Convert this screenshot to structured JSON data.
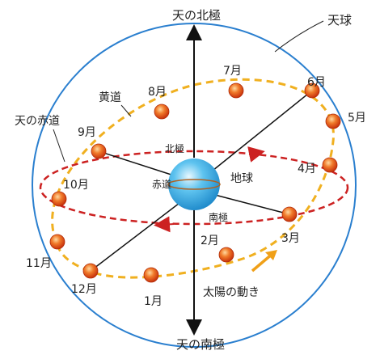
{
  "labels": {
    "north_pole": "天の北極",
    "south_pole": "天の南極",
    "celestial_sphere": "天球",
    "ecliptic": "黄道",
    "celestial_equator": "天の赤道",
    "equator": "赤道",
    "earth": "地球",
    "earth_north": "北極",
    "earth_south": "南極",
    "sun_motion": "太陽の動き"
  },
  "months": [
    "1月",
    "2月",
    "3月",
    "4月",
    "5月",
    "6月",
    "7月",
    "8月",
    "9月",
    "10月",
    "11月",
    "12月"
  ],
  "colors": {
    "sphere_outline": "#2a7fcf",
    "ecliptic": "#f0b020",
    "equator": "#cc2222",
    "sun": "#e8521c",
    "earth": "#4ab4e8",
    "arrow": "#f0a018",
    "axis": "#111111"
  }
}
